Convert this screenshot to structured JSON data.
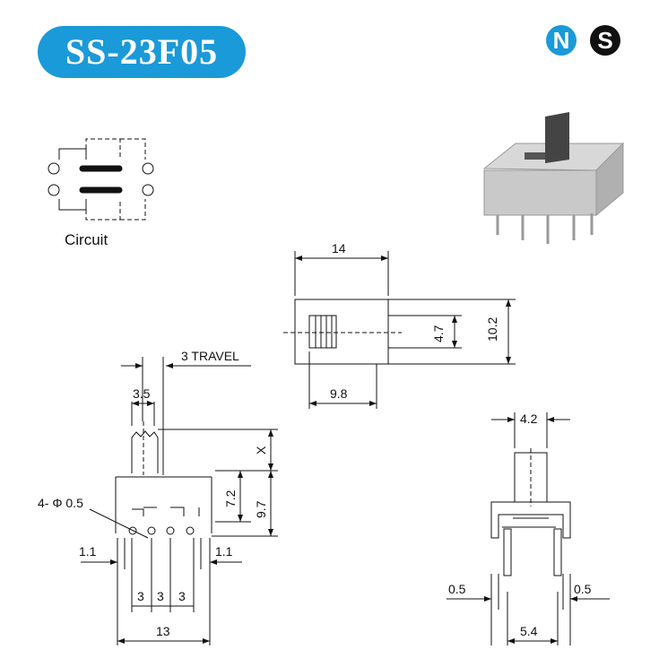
{
  "title": "SS-23F05",
  "logo": {
    "letters": [
      "N",
      "S"
    ],
    "colors": {
      "n": "#1a9ad8",
      "s": "#111111"
    }
  },
  "brand_color": "#1a9ad8",
  "circuit": {
    "label": "Circuit"
  },
  "top_view": {
    "width": "14",
    "height": "10.2",
    "slot": "4.7",
    "offset": "9.8"
  },
  "front_view": {
    "travel": "3 TRAVEL",
    "actuator": "3.5",
    "x": "X",
    "h1": "7.2",
    "h2": "9.7",
    "hole": "4- Φ 0.5",
    "margin_left": "1.1",
    "margin_right": "1.1",
    "pitch": [
      "3",
      "3",
      "3"
    ],
    "width": "13"
  },
  "side_view": {
    "actuator": "4.2",
    "pin_left": "0.5",
    "pin_right": "0.5",
    "pin_span": "5.4"
  }
}
